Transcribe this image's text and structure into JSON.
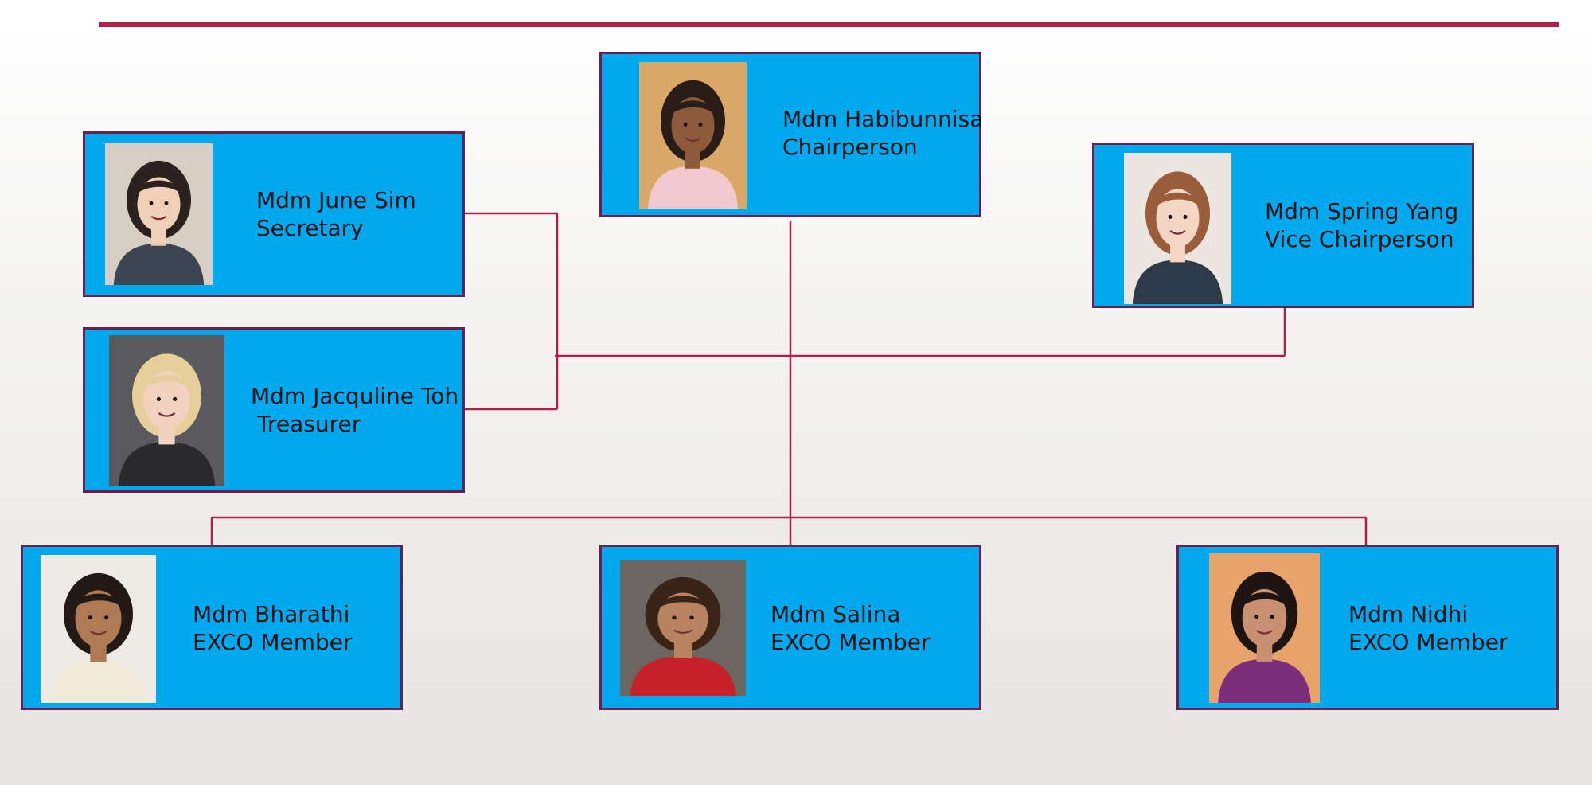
{
  "members": {
    "chair": {
      "name": "Mdm Habibunnisa",
      "role": "Chairperson",
      "photo": "portrait-photo",
      "bg": "#d9a766",
      "skin": "#8d5a3c",
      "hair": "#2a1c16",
      "shirt": "#f2c9cf"
    },
    "secretary": {
      "name": "Mdm June Sim",
      "role": "Secretary",
      "photo": "portrait-photo",
      "bg": "#d8cfc4",
      "skin": "#f0d0b6",
      "hair": "#2b2220",
      "shirt": "#3b4652"
    },
    "treasurer": {
      "name": "Mdm Jacquline Toh",
      "role": "Treasurer",
      "photo": "portrait-photo",
      "bg": "#5a5a5e",
      "skin": "#f1d3bf",
      "hair": "#e6cf9a",
      "shirt": "#2a2a2e"
    },
    "vice": {
      "name": "Mdm Spring Yang",
      "role": "Vice Chairperson",
      "photo": "portrait-photo",
      "bg": "#ebe6df",
      "skin": "#f3d6c4",
      "hair": "#9a5d3b",
      "shirt": "#2d3a4a"
    },
    "bharathi": {
      "name": "Mdm Bharathi",
      "role": "EXCO Member",
      "photo": "portrait-photo",
      "bg": "#eeeae6",
      "skin": "#b07a55",
      "hair": "#231915",
      "shirt": "#f2ead8"
    },
    "salina": {
      "name": "Mdm Salina",
      "role": "EXCO Member",
      "photo": "portrait-photo",
      "bg": "#6b6660",
      "skin": "#b9835f",
      "hair": "#3a2418",
      "shirt": "#c8202a"
    },
    "nidhi": {
      "name": "Mdm Nidhi",
      "role": "EXCO Member",
      "photo": "portrait-photo",
      "bg": "#e8a36a",
      "skin": "#c99172",
      "hair": "#1e1512",
      "shirt": "#7b2e7a"
    }
  },
  "colors": {
    "box_fill": "#03a9ef",
    "box_border": "#6b1f4a",
    "connector": "#b01e4a",
    "top_rule": "#b01e4a"
  }
}
